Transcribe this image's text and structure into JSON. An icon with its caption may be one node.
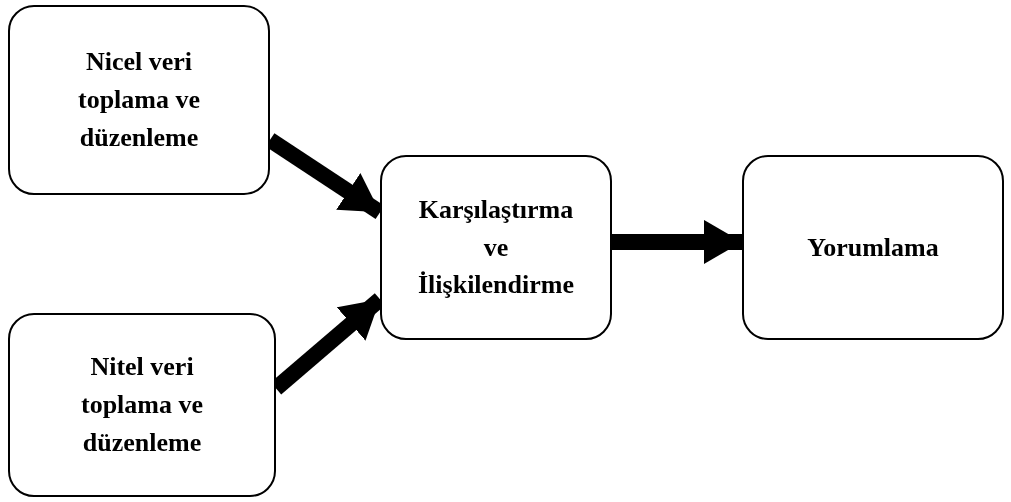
{
  "diagram": {
    "nodes": [
      {
        "text": [
          "Nicel veri toplama ve düzenleme"
        ]
      },
      {
        "text": [
          "Nitel veri toplama ve düzenleme"
        ]
      },
      {
        "text": [
          "Karşılaştırma ve İlişkilendirme"
        ]
      },
      {
        "text": [
          "Yorumlama"
        ]
      }
    ],
    "edges": [
      {
        "from": 0,
        "to": 2,
        "arrow": "to"
      },
      {
        "from": 1,
        "to": 2,
        "arrow": "to"
      },
      {
        "from": 2,
        "to": 3,
        "arrow": "to"
      }
    ]
  }
}
